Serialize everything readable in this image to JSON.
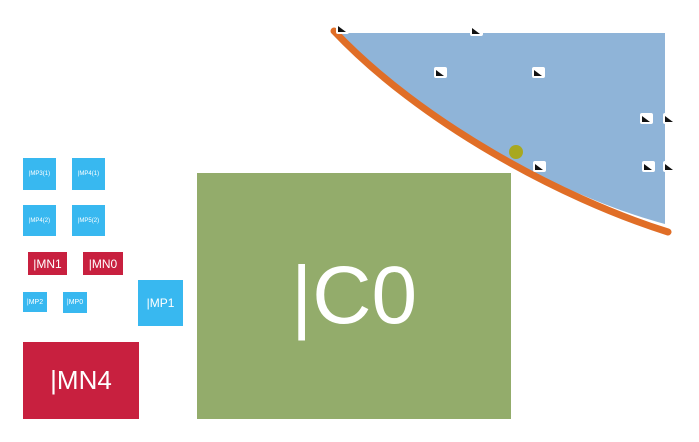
{
  "colors": {
    "pmos": "#38b8f0",
    "nmos": "#c8203f",
    "cap": "#93ac6b",
    "region_fill": "#8fb4d8",
    "arc": "#e06e27",
    "dot": "#a8a820",
    "marker": "#111111"
  },
  "blocks": {
    "c0": "|C0",
    "mn4": "|MN4",
    "mp1": "|MP1",
    "mn1": "|MN1",
    "mn0": "|MN0",
    "mp3_1": "|MP3(1)",
    "mp4_1": "|MP4(1)",
    "mp4_2": "|MP4(2)",
    "mp5_2": "|MP5(2)",
    "mp2": "|MP2",
    "mp0": "|MP0"
  },
  "shapes": {
    "corner_markers": "corner-triangle-marker",
    "highlight": "yellow-dot"
  }
}
